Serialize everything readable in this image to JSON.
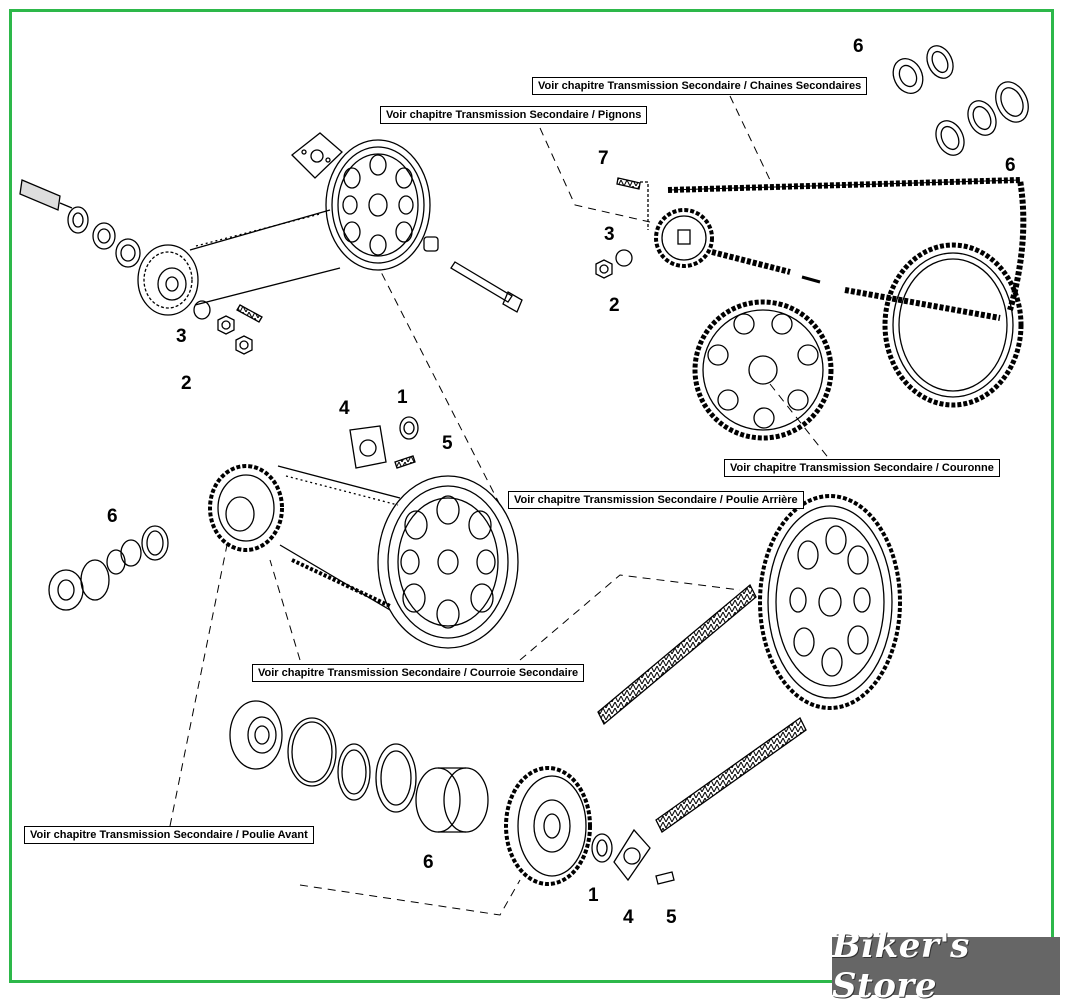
{
  "callouts": {
    "chaines": "Voir chapitre Transmission Secondaire / Chaines Secondaires",
    "pignons": "Voir chapitre Transmission Secondaire / Pignons",
    "couronne": "Voir chapitre Transmission Secondaire / Couronne",
    "poulie_arriere": "Voir chapitre Transmission Secondaire / Poulie Arrière",
    "courroie": "Voir chapitre Transmission Secondaire / Courroie Secondaire",
    "poulie_avant": "Voir chapitre Transmission Secondaire / Poulie Avant"
  },
  "part_numbers": {
    "one": "1",
    "two": "2",
    "three": "3",
    "four": "4",
    "five": "5",
    "six": "6",
    "seven": "7"
  },
  "logo": "Biker's Store",
  "colors": {
    "border": "#2db84a",
    "logo_bg": "#666666",
    "line": "#000000"
  }
}
